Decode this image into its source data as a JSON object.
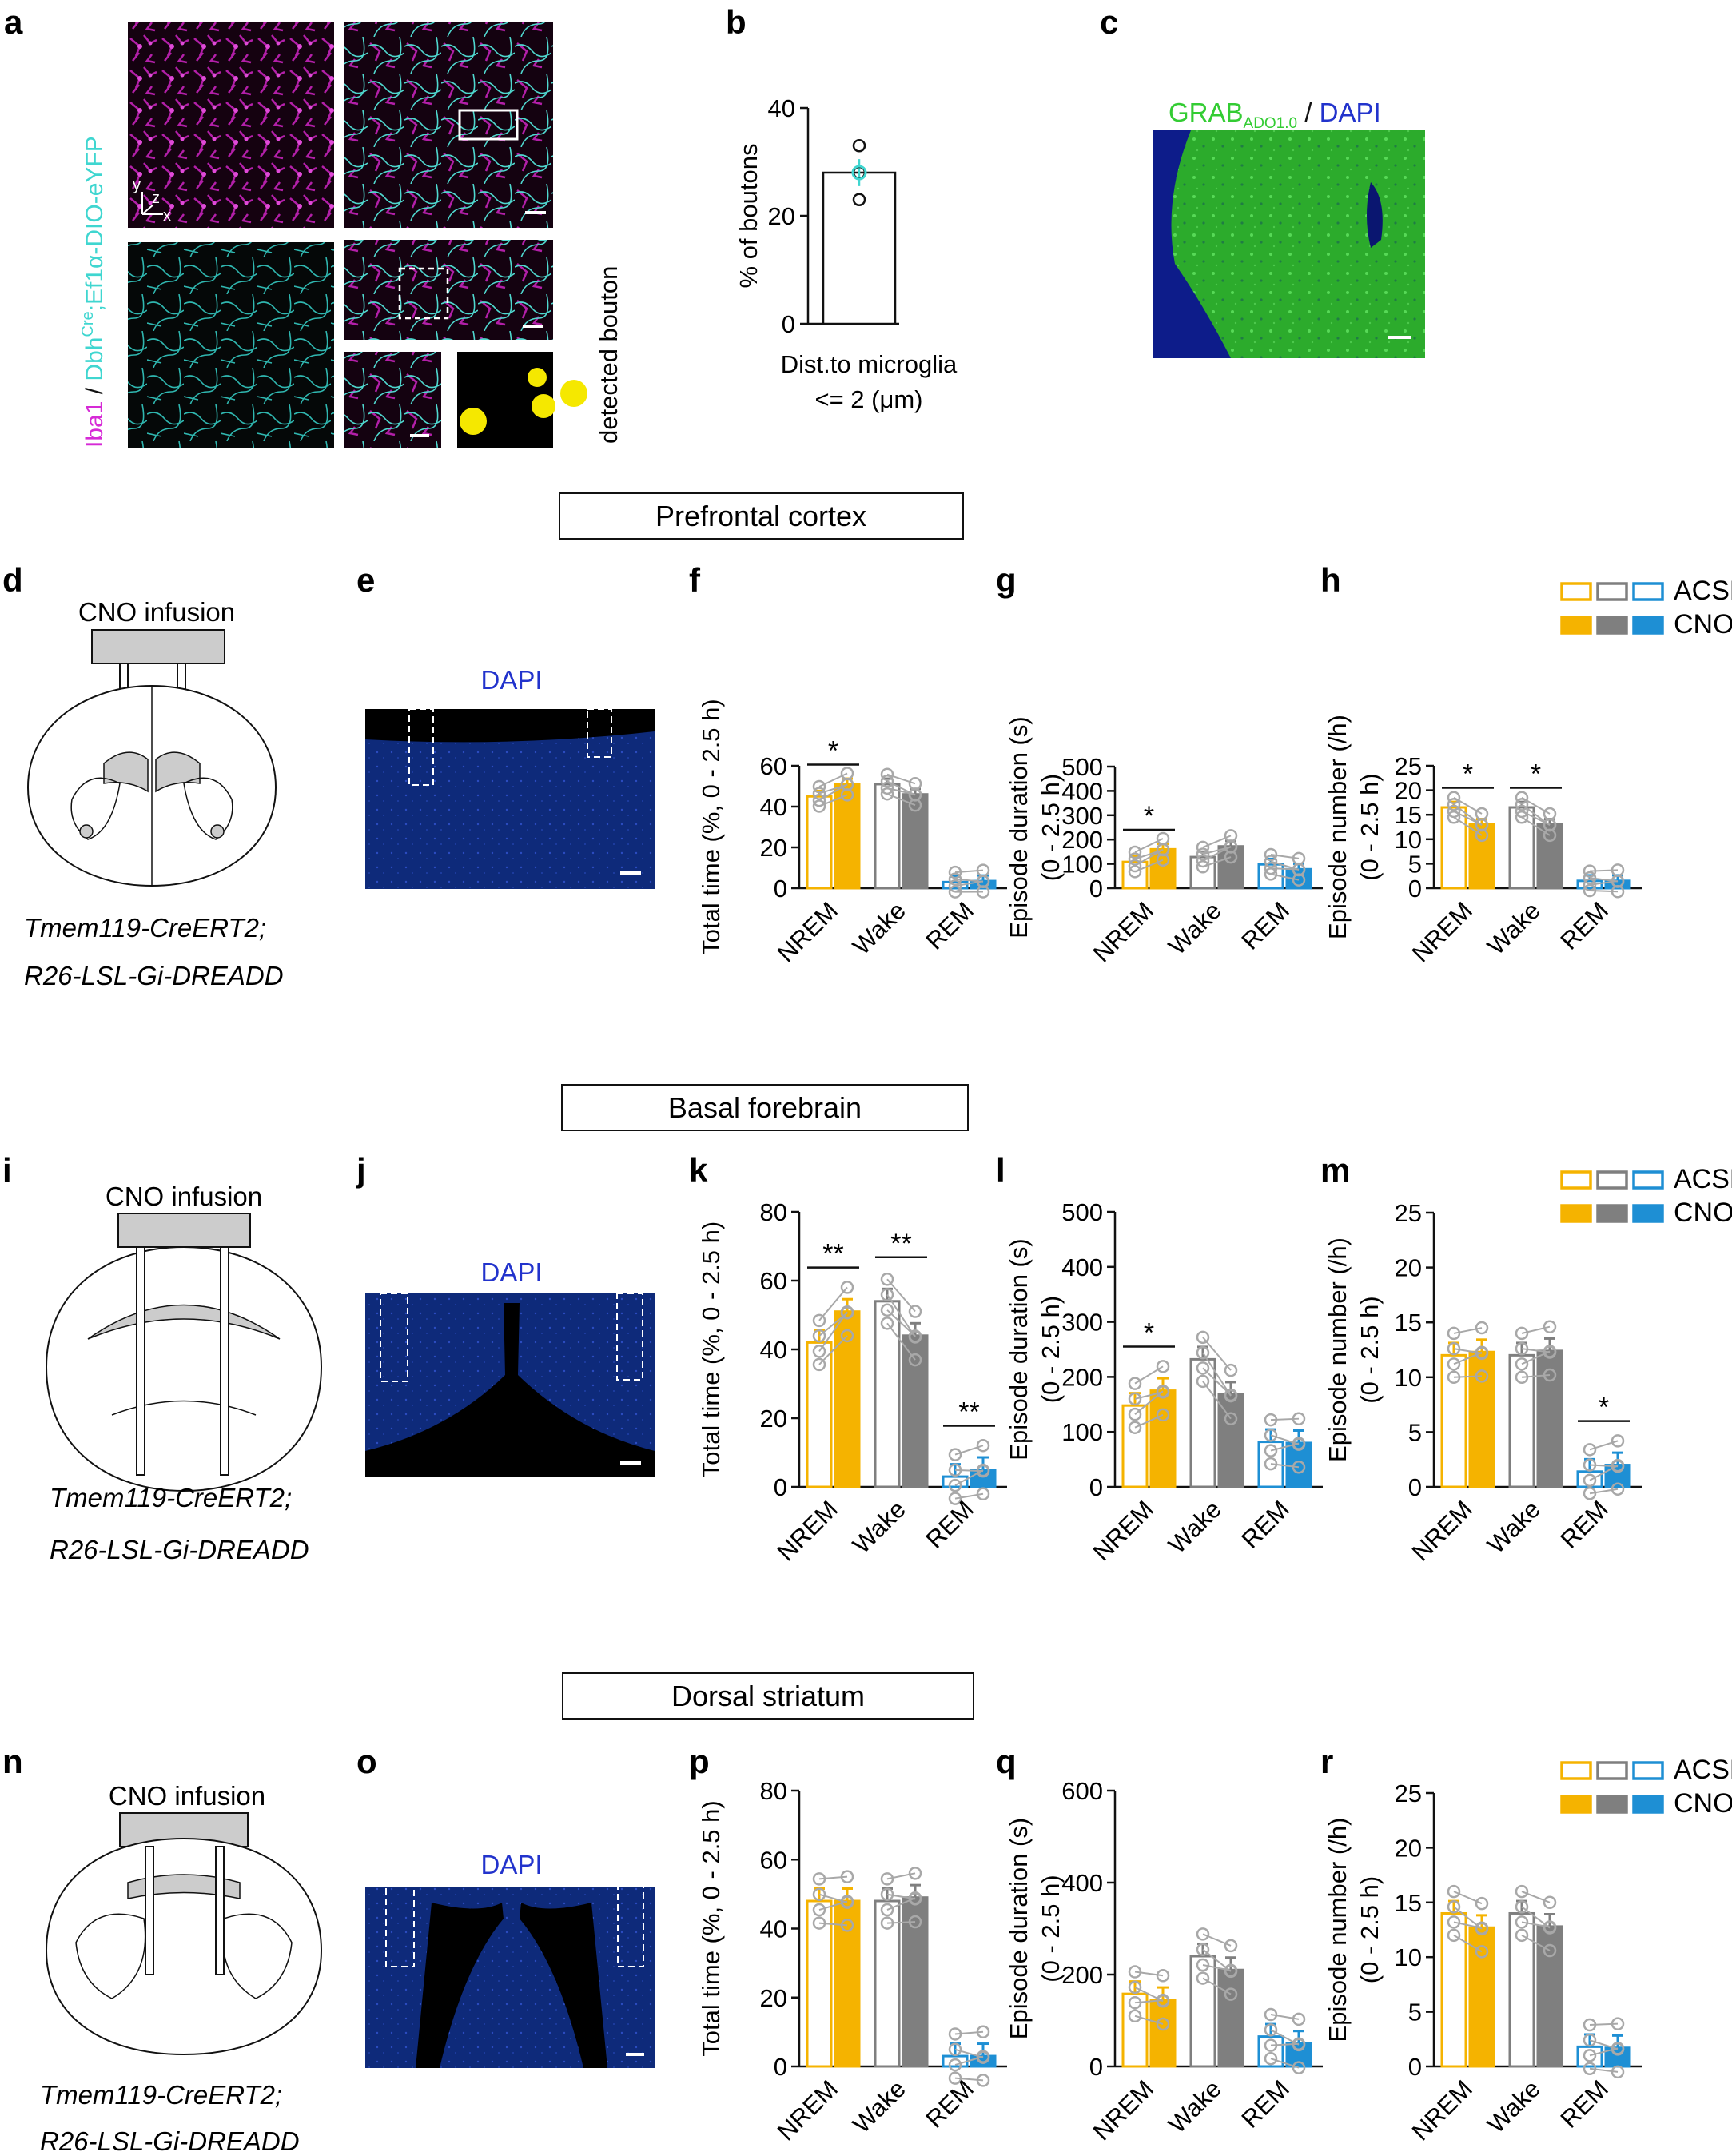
{
  "colors": {
    "nrem": "#f5b300",
    "wake": "#7f7f7f",
    "rem": "#1e8fd4",
    "magenta": "#d62ad6",
    "cyan": "#3fd6d0",
    "dapi": "#2233cc",
    "grab": "#33cc33"
  },
  "panel_letters": {
    "a": "a",
    "b": "b",
    "c": "c",
    "d": "d",
    "e": "e",
    "f": "f",
    "g": "g",
    "h": "h",
    "i": "i",
    "j": "j",
    "k": "k",
    "l": "l",
    "m": "m",
    "n": "n",
    "o": "o",
    "p": "p",
    "q": "q",
    "r": "r"
  },
  "panel_a": {
    "label_iba1": "Iba1",
    "label_sep": " / ",
    "label_dbh": "Dbh",
    "label_cre": "Cre",
    "label_ef1a": ";Ef1α-DIO-eYFP",
    "detected": "detected bouton",
    "axis_y": "y",
    "axis_z": "z",
    "axis_x": "x"
  },
  "panel_c": {
    "grab": "GRAB",
    "grab_sub": "ADO1.0",
    "sep": " / ",
    "dapi": "DAPI"
  },
  "sections": [
    {
      "title": "Prefrontal cortex"
    },
    {
      "title": "Basal forebrain"
    },
    {
      "title": "Dorsal striatum"
    }
  ],
  "schematic": {
    "infusion": "CNO infusion",
    "genotype_1": "Tmem119-CreERT2;",
    "genotype_2": "R26-LSL-Gi-DREADD"
  },
  "dapi_label": "DAPI",
  "legend": {
    "acsf": "ACSF",
    "cno": "CNO"
  },
  "categories": [
    "NREM",
    "Wake",
    "REM"
  ],
  "chart_data": [
    {
      "panel": "b",
      "type": "bar",
      "categories": [
        "Dist.to microglia\n<= 2 (μm)"
      ],
      "values": [
        28
      ],
      "points": [
        33,
        28,
        23
      ],
      "ylabel": "% of boutons",
      "xlabel_1": "Dist.to microglia",
      "xlabel_2": "<= 2 (μm)",
      "ylim": [
        0,
        40
      ],
      "yticks": [
        0,
        20,
        40
      ]
    },
    {
      "panel": "f",
      "type": "bar",
      "ylabel": "Total time (%, 0 - 2.5 h)",
      "ylim": [
        0,
        60
      ],
      "yticks": [
        0,
        20,
        40,
        60
      ],
      "categories": [
        "NREM",
        "Wake",
        "REM"
      ],
      "series": [
        {
          "name": "ACSF",
          "values": [
            45,
            51,
            3
          ]
        },
        {
          "name": "CNO",
          "values": [
            51,
            46,
            3.5
          ]
        }
      ],
      "sig": [
        {
          "group": 0,
          "label": "*"
        }
      ]
    },
    {
      "panel": "g",
      "type": "bar",
      "ylabel": "Episode duration (s)",
      "ylabel2": "(0 - 2.5 h)",
      "ylim": [
        0,
        500
      ],
      "yticks": [
        0,
        100,
        200,
        300,
        400,
        500
      ],
      "categories": [
        "NREM",
        "Wake",
        "REM"
      ],
      "series": [
        {
          "name": "ACSF",
          "values": [
            108,
            128,
            98
          ]
        },
        {
          "name": "CNO",
          "values": [
            160,
            172,
            78
          ]
        }
      ],
      "sig": [
        {
          "group": 0,
          "label": "*"
        }
      ]
    },
    {
      "panel": "h",
      "type": "bar",
      "ylabel": "Episode number (/h)",
      "ylabel2": "(0 - 2.5 h)",
      "ylim": [
        0,
        25
      ],
      "yticks": [
        0,
        5,
        10,
        15,
        20,
        25
      ],
      "categories": [
        "NREM",
        "Wake",
        "REM"
      ],
      "series": [
        {
          "name": "ACSF",
          "values": [
            16.5,
            16.5,
            1.5
          ]
        },
        {
          "name": "CNO",
          "values": [
            13,
            13,
            1.5
          ]
        }
      ],
      "sig": [
        {
          "group": 0,
          "label": "*"
        },
        {
          "group": 1,
          "label": "*"
        }
      ]
    },
    {
      "panel": "k",
      "type": "bar",
      "ylabel": "Total time (%, 0 - 2.5 h)",
      "ylim": [
        0,
        80
      ],
      "yticks": [
        0,
        20,
        40,
        60,
        80
      ],
      "categories": [
        "NREM",
        "Wake",
        "REM"
      ],
      "series": [
        {
          "name": "ACSF",
          "values": [
            42,
            54,
            3
          ]
        },
        {
          "name": "CNO",
          "values": [
            51,
            44,
            5
          ]
        }
      ],
      "sig": [
        {
          "group": 0,
          "label": "**"
        },
        {
          "group": 1,
          "label": "**"
        },
        {
          "group": 2,
          "label": "**"
        }
      ]
    },
    {
      "panel": "l",
      "type": "bar",
      "ylabel": "Episode duration (s)",
      "ylabel2": "(0 - 2.5 h)",
      "ylim": [
        0,
        500
      ],
      "yticks": [
        0,
        100,
        200,
        300,
        400,
        500
      ],
      "categories": [
        "NREM",
        "Wake",
        "REM"
      ],
      "series": [
        {
          "name": "ACSF",
          "values": [
            148,
            232,
            82
          ]
        },
        {
          "name": "CNO",
          "values": [
            175,
            168,
            80
          ]
        }
      ],
      "sig": [
        {
          "group": 0,
          "label": "*"
        }
      ]
    },
    {
      "panel": "m",
      "type": "bar",
      "ylabel": "Episode number (/h)",
      "ylabel2": "(0 - 2.5 h)",
      "ylim": [
        0,
        25
      ],
      "yticks": [
        0,
        5,
        10,
        15,
        20,
        25
      ],
      "categories": [
        "NREM",
        "Wake",
        "REM"
      ],
      "series": [
        {
          "name": "ACSF",
          "values": [
            12,
            12,
            1.4
          ]
        },
        {
          "name": "CNO",
          "values": [
            12.3,
            12.4,
            2
          ]
        }
      ],
      "sig": [
        {
          "group": 2,
          "label": "*"
        }
      ]
    },
    {
      "panel": "p",
      "type": "bar",
      "ylabel": "Total time (%, 0 - 2.5 h)",
      "ylim": [
        0,
        80
      ],
      "yticks": [
        0,
        20,
        40,
        60,
        80
      ],
      "categories": [
        "NREM",
        "Wake",
        "REM"
      ],
      "series": [
        {
          "name": "ACSF",
          "values": [
            48,
            48,
            3
          ]
        },
        {
          "name": "CNO",
          "values": [
            48,
            49,
            3
          ]
        }
      ],
      "sig": []
    },
    {
      "panel": "q",
      "type": "bar",
      "ylabel": "Episode duration (s)",
      "ylabel2": "(0 - 2.5 h)",
      "ylim": [
        0,
        600
      ],
      "yticks": [
        0,
        200,
        400,
        600
      ],
      "categories": [
        "NREM",
        "Wake",
        "REM"
      ],
      "series": [
        {
          "name": "ACSF",
          "values": [
            158,
            240,
            65
          ]
        },
        {
          "name": "CNO",
          "values": [
            145,
            210,
            50
          ]
        }
      ],
      "sig": []
    },
    {
      "panel": "r",
      "type": "bar",
      "ylabel": "Episode number (/h)",
      "ylabel2": "(0 - 2.5 h)",
      "ylim": [
        0,
        25
      ],
      "yticks": [
        0,
        5,
        10,
        15,
        20,
        25
      ],
      "categories": [
        "NREM",
        "Wake",
        "REM"
      ],
      "series": [
        {
          "name": "ACSF",
          "values": [
            14,
            14,
            1.8
          ]
        },
        {
          "name": "CNO",
          "values": [
            12.7,
            12.8,
            1.7
          ]
        }
      ],
      "sig": []
    }
  ]
}
